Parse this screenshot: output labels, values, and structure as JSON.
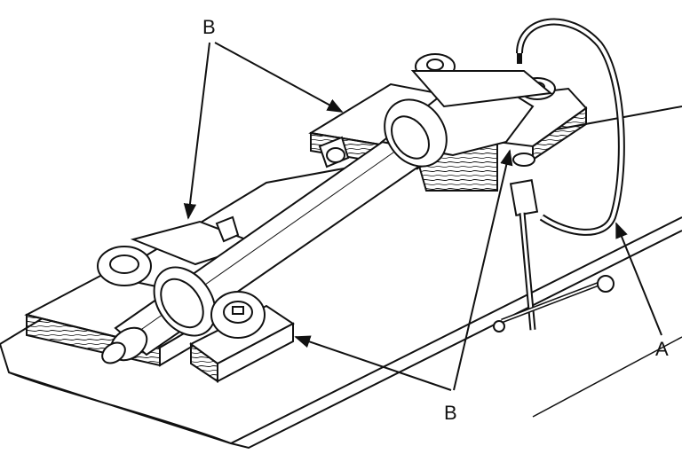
{
  "labels": {
    "a": "A",
    "b_top": "B",
    "b_bottom": "B"
  },
  "colors": {
    "ink": "#111111",
    "paper": "#ffffff",
    "shade": "#d9d9d9"
  }
}
